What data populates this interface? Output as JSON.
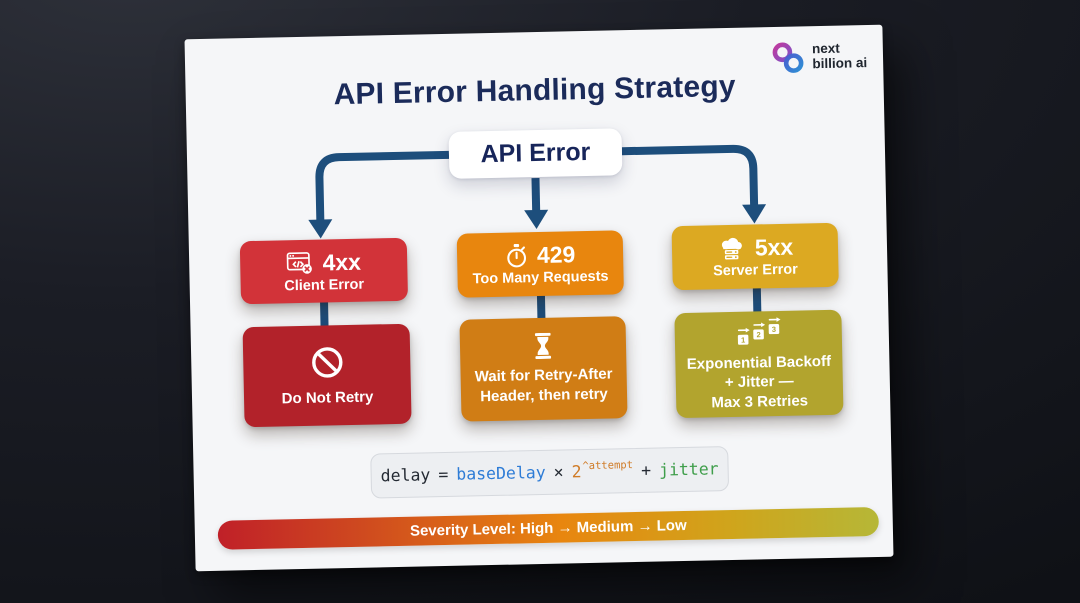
{
  "title": "API Error Handling Strategy",
  "logo": {
    "name": "next billion ai",
    "line1": "next",
    "line2": "billion ai"
  },
  "root": {
    "label": "API Error"
  },
  "branches": [
    {
      "code": "4xx",
      "type": "Client Error",
      "icon": "browser-error-icon",
      "action_icon": "no-entry-icon",
      "action_lines": [
        "Do Not Retry"
      ],
      "color": "#d23339",
      "action_color": "#b2222a"
    },
    {
      "code": "429",
      "type": "Too Many Requests",
      "icon": "stopwatch-icon",
      "action_icon": "hourglass-icon",
      "action_lines": [
        "Wait for Retry-After",
        "Header, then retry"
      ],
      "color": "#e8860e",
      "action_color": "#d07d15"
    },
    {
      "code": "5xx",
      "type": "Server Error",
      "icon": "cloud-server-icon",
      "action_icon": "backoff-steps-icon",
      "action_lines": [
        "Exponential Backoff",
        "+ Jitter —",
        "Max 3 Retries"
      ],
      "color": "#dca922",
      "action_color": "#b2a42e"
    }
  ],
  "formula": {
    "tokens": {
      "lhs": "delay",
      "eq": "=",
      "base": "baseDelay",
      "times": "×",
      "two": "2",
      "exp": "^attempt",
      "plus": "+",
      "jitter": "jitter"
    },
    "colors": {
      "lhs": "#242a33",
      "op": "#242a33",
      "base": "#2e7cd6",
      "pow": "#d07c28",
      "jitter": "#3f9e4b"
    }
  },
  "severity": {
    "label": "Severity Level: High → Medium → Low",
    "gradient": [
      "#c02028",
      "#e8860f",
      "#b6b737"
    ]
  },
  "colors": {
    "background": "#14161d",
    "card": "#f5f6f8",
    "title": "#1b2b5a",
    "connector": "#1d4e7c",
    "root_text": "#17255a"
  }
}
